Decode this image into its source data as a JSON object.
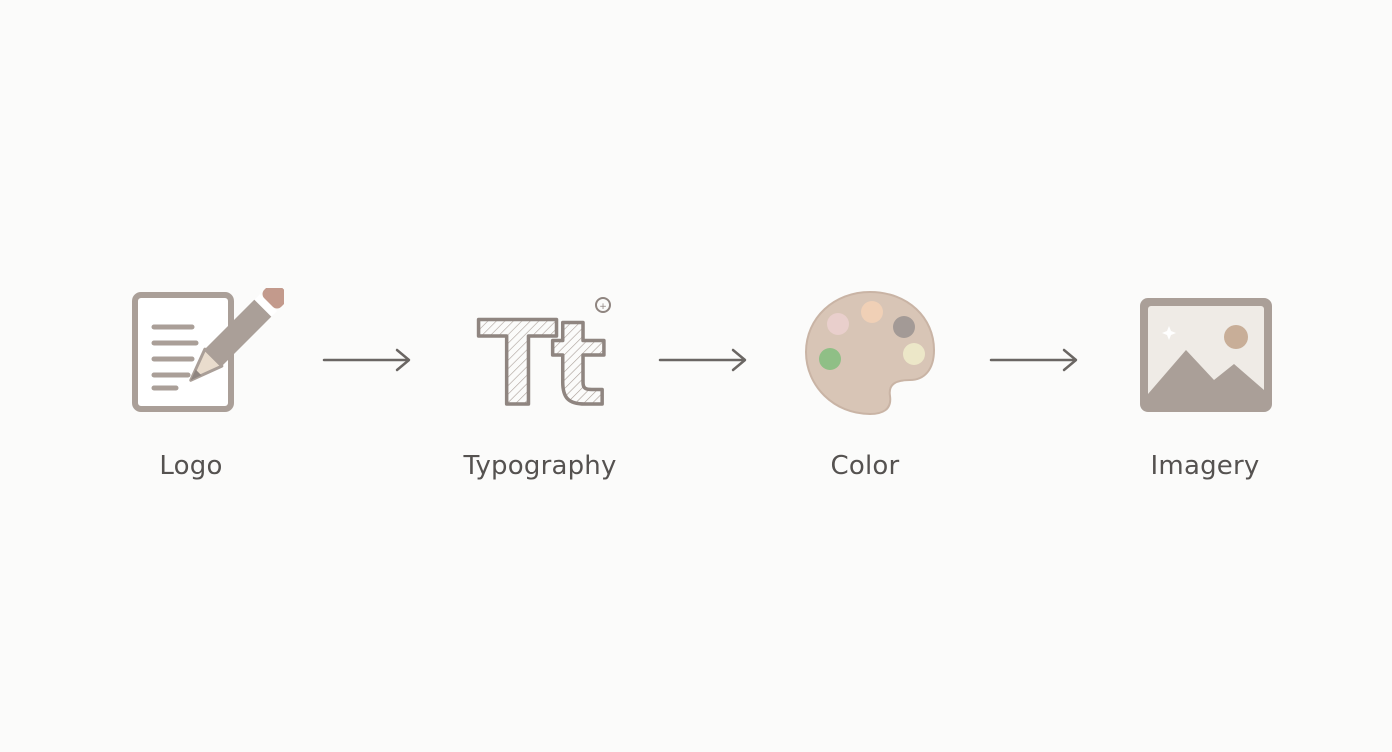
{
  "steps": [
    {
      "label": "Logo",
      "icon": "pencil-document-icon"
    },
    {
      "label": "Typography",
      "icon": "typography-tt-icon"
    },
    {
      "label": "Color",
      "icon": "color-palette-icon"
    },
    {
      "label": "Imagery",
      "icon": "image-landscape-icon"
    }
  ],
  "typography_glyph": "Tt",
  "colors": {
    "icon_gray": "#aa9f98",
    "icon_dark": "#8f8580",
    "text": "#555250",
    "arrow": "#6a6663",
    "palette_body": "#d8c5b6",
    "palette_dots": [
      "#e9cfcc",
      "#f0d0b6",
      "#a39a96",
      "#8fbf86",
      "#ece7c8"
    ]
  }
}
